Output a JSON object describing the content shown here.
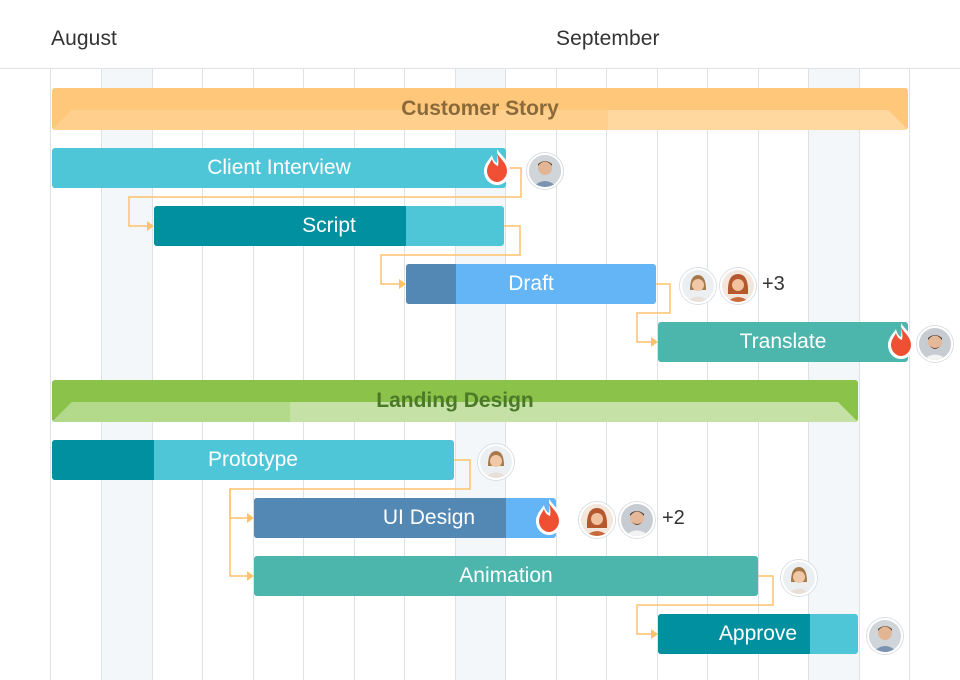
{
  "months": [
    "August",
    "September"
  ],
  "groups": {
    "customer_story": "Customer Story",
    "landing_design": "Landing Design"
  },
  "tasks": {
    "client_interview": "Client Interview",
    "script": "Script",
    "draft": "Draft",
    "translate": "Translate",
    "prototype": "Prototype",
    "ui_design": "UI Design",
    "animation": "Animation",
    "approve": "Approve"
  },
  "extra_assignees": {
    "draft": "+3",
    "ui_design": "+2"
  },
  "colors": {
    "cyan": "#4fc6d8",
    "teal_dark": "#00909f",
    "blue_light": "#64b5f6",
    "blue_dark": "#5388b4",
    "teal": "#4db6ac",
    "orange_group": "#ffc77a",
    "green_group": "#8bc34a",
    "link": "#ffc26b",
    "fire": "#ef5033"
  }
}
